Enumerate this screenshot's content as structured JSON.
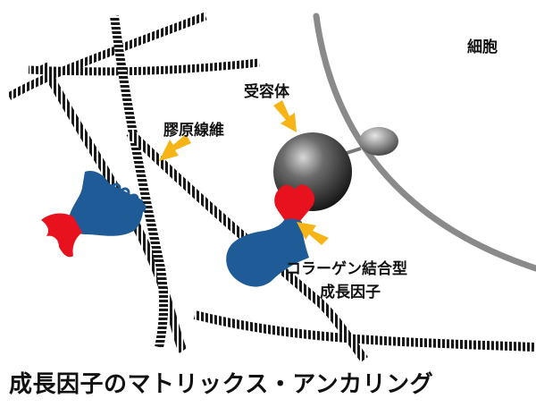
{
  "labels": {
    "cell": "細胞",
    "receptor": "受容体",
    "collagen_fiber": "膠原線維",
    "growth_factor_line1": "コラーゲン結合型",
    "growth_factor_line2": "成長因子",
    "title": "成長因子のマトリックス・アンカリング"
  },
  "colors": {
    "binding_domain_blue": "#1f5b96",
    "growth_factor_red": "#e8121e",
    "arrow_yellow": "#f7b417",
    "membrane_gray": "#8a8a8a",
    "fiber_dark": "#1a1a1a",
    "receptor_dark": "#1c1c1c"
  }
}
